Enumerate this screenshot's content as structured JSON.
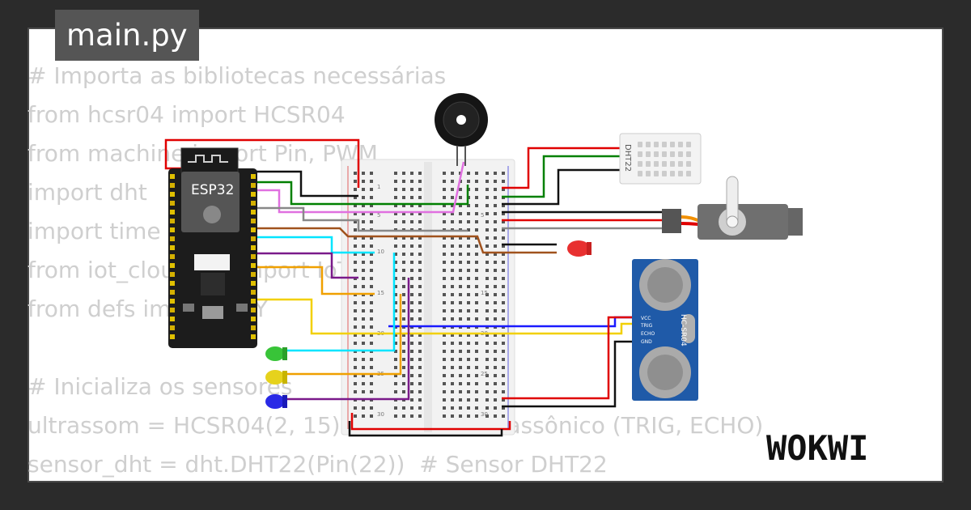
{
  "file_tab": {
    "label": "main.py"
  },
  "code_lines": [
    "# Importa as bibliotecas necessárias",
    "from hcsr04 import HCSR04",
    "from machine import Pin, PWM",
    "import dht",
    "import time",
    "from iot_cloud_lib import IoTCloud",
    "from defs import KEY",
    "",
    "# Inicializa os sensores",
    "ultrassom = HCSR04(2, 15)  # Sensor Ultrassônico (TRIG, ECHO)",
    "sensor_dht = dht.DHT22(Pin(22))  # Sensor DHT22"
  ],
  "components": {
    "esp32": {
      "label": "ESP32"
    },
    "dht22": {
      "label": "DHT22"
    },
    "ultrasonic": {
      "label": "HC-SR04",
      "pins": [
        "VCC",
        "TRIG",
        "ECHO",
        "GND"
      ]
    },
    "breadboard": {
      "row_numbers": [
        "1",
        "5",
        "10",
        "15",
        "20",
        "25",
        "30"
      ]
    }
  },
  "brand": {
    "logo": "WOKWI"
  },
  "colors": {
    "background": "#2b2b2b",
    "tab": "#555555",
    "code_text": "#cfcfcf",
    "wire_red": "#e00000",
    "wire_black": "#111111",
    "wire_green": "#008000",
    "wire_pink": "#e070e0",
    "wire_gray": "#888888",
    "wire_cyan": "#00e5ff",
    "wire_purple": "#7a1a8a",
    "wire_orange": "#f0a000",
    "wire_yellow": "#f2d000",
    "wire_blue": "#1a1aff",
    "wire_brown": "#a0521d"
  }
}
